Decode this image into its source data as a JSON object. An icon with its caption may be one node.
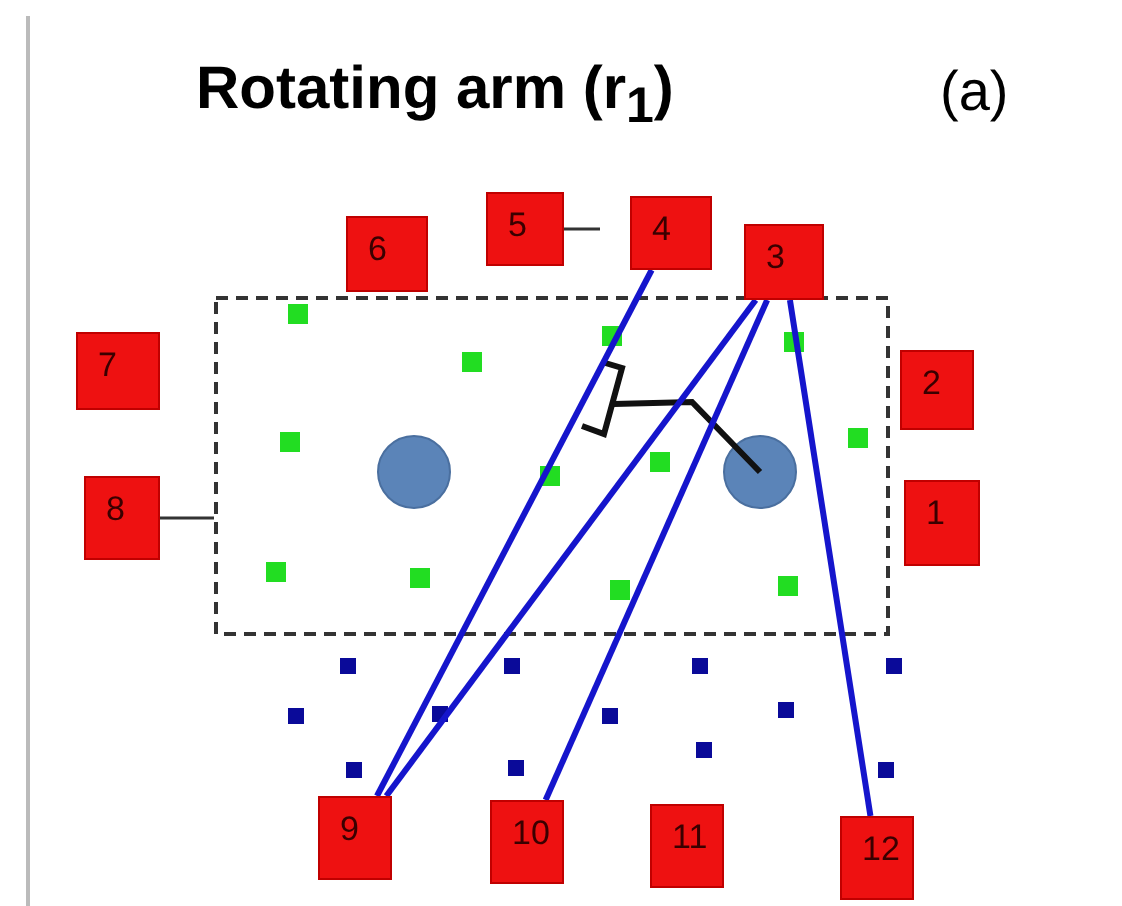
{
  "diagram": {
    "title": "Rotating arm (r$_{1}$)",
    "nodes": [
      {
        "text": [
          "1"
        ]
      },
      {
        "text": [
          "2"
        ]
      },
      {
        "text": [
          "3"
        ]
      },
      {
        "text": [
          "4"
        ]
      },
      {
        "text": [
          "5"
        ]
      },
      {
        "text": [
          "6"
        ]
      },
      {
        "text": [
          "7"
        ]
      },
      {
        "text": [
          "8"
        ]
      },
      {
        "text": [
          "9"
        ]
      },
      {
        "text": [
          "10"
        ]
      },
      {
        "text": [
          "11"
        ]
      },
      {
        "text": [
          "12"
        ]
      }
    ],
    "edges": [
      {
        "from": 3,
        "to": 8,
        "arrow": "none"
      },
      {
        "from": 2,
        "to": 8,
        "arrow": "none"
      },
      {
        "from": 2,
        "to": 9,
        "arrow": "none"
      },
      {
        "from": 2,
        "to": 11,
        "arrow": "none"
      },
      {
        "from": 4,
        "to": null,
        "arrow": "none",
        "color": "#333333"
      },
      {
        "from": 7,
        "to": null,
        "arrow": "none",
        "color": "#333333"
      }
    ],
    "labels": [
      "(a)"
    ]
  }
}
